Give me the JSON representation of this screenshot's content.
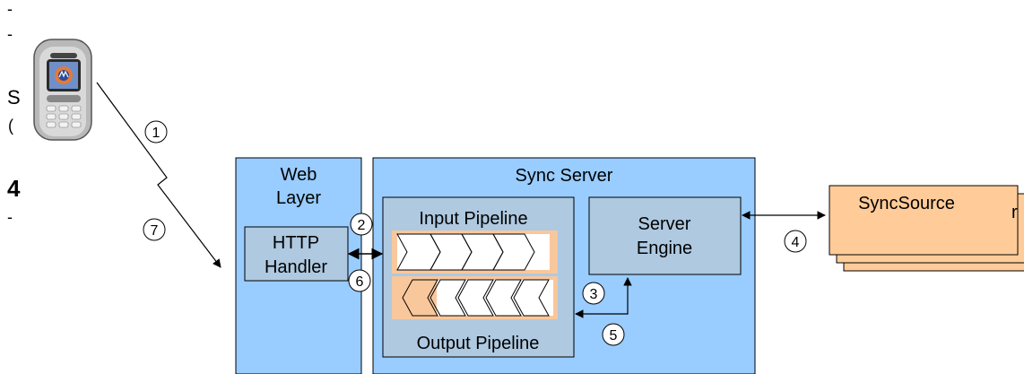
{
  "fragments": [
    "-",
    "-",
    "S",
    "(",
    "4",
    "-"
  ],
  "labels": {
    "web_layer_line1": "Web",
    "web_layer_line2": "Layer",
    "sync_server": "Sync Server",
    "input_pipeline": "Input Pipeline",
    "output_pipeline": "Output Pipeline",
    "http_handler_line1": "HTTP",
    "http_handler_line2": "Handler",
    "server_engine_line1": "Server",
    "server_engine_line2": "Engine",
    "syncsource": "SyncSource",
    "syncsource_peek": "r"
  },
  "steps": [
    "1",
    "2",
    "3",
    "4",
    "5",
    "6",
    "7"
  ],
  "icons": {
    "phone": "mobile-phone-icon",
    "input_chevrons": "chevron-right-icon",
    "output_chevrons": "chevron-left-icon"
  },
  "colors": {
    "box_blue": "#99ccff",
    "inner_blue": "#aec9e0",
    "syncsource_orange": "#ffcc99",
    "pipeline_orange": "#f9c79c",
    "line": "#000000"
  }
}
